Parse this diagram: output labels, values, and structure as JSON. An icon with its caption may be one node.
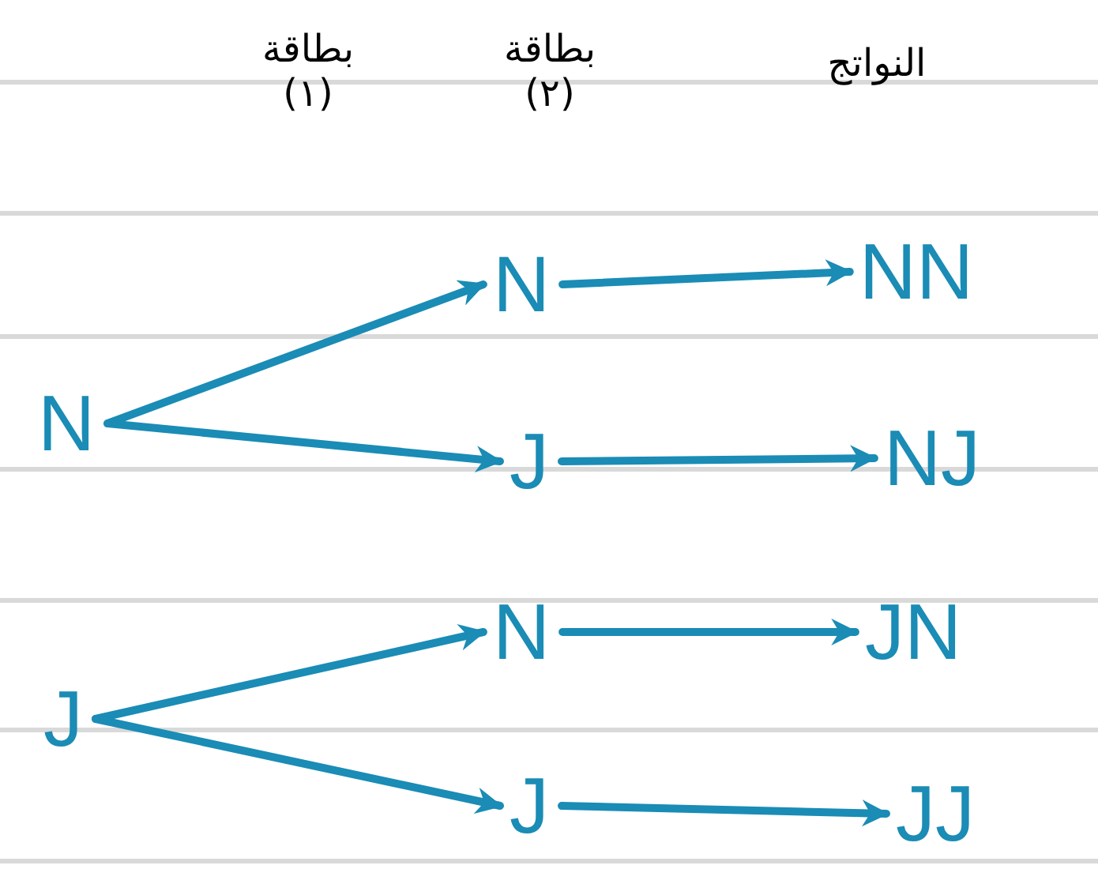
{
  "diagram": {
    "nodes": [
      {
        "text": [
          "N"
        ]
      },
      {
        "text": [
          "J"
        ]
      },
      {
        "text": [
          "N"
        ]
      },
      {
        "text": [
          "J"
        ]
      },
      {
        "text": [
          "N"
        ]
      },
      {
        "text": [
          "J"
        ]
      },
      {
        "text": [
          "NN"
        ]
      },
      {
        "text": [
          "NJ"
        ]
      },
      {
        "text": [
          "JN"
        ]
      },
      {
        "text": [
          "JJ"
        ]
      }
    ],
    "edges": [
      {
        "from": 0,
        "to": 2,
        "arrow": "to"
      },
      {
        "from": 0,
        "to": 3,
        "arrow": "to"
      },
      {
        "from": 1,
        "to": 4,
        "arrow": "to"
      },
      {
        "from": 1,
        "to": 5,
        "arrow": "to"
      },
      {
        "from": 2,
        "to": 6,
        "arrow": "to"
      },
      {
        "from": 3,
        "to": 7,
        "arrow": "to"
      },
      {
        "from": 4,
        "to": 8,
        "arrow": "to"
      },
      {
        "from": 5,
        "to": 9,
        "arrow": "to"
      }
    ],
    "labels": [
      "بطاقة (١)",
      "بطاقة (٢)",
      "النواتج"
    ]
  }
}
